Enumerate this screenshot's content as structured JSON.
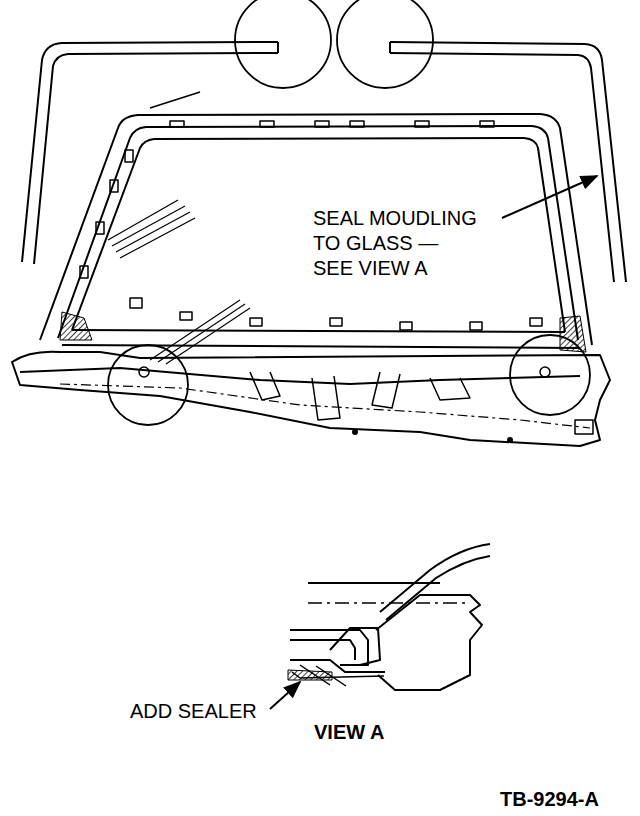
{
  "diagram": {
    "labels": [
      "SEAL MOUDLING TO GLASS — SEE VIEW A",
      "ADD SEALER",
      "VIEW A",
      "TB-9294-A"
    ]
  }
}
